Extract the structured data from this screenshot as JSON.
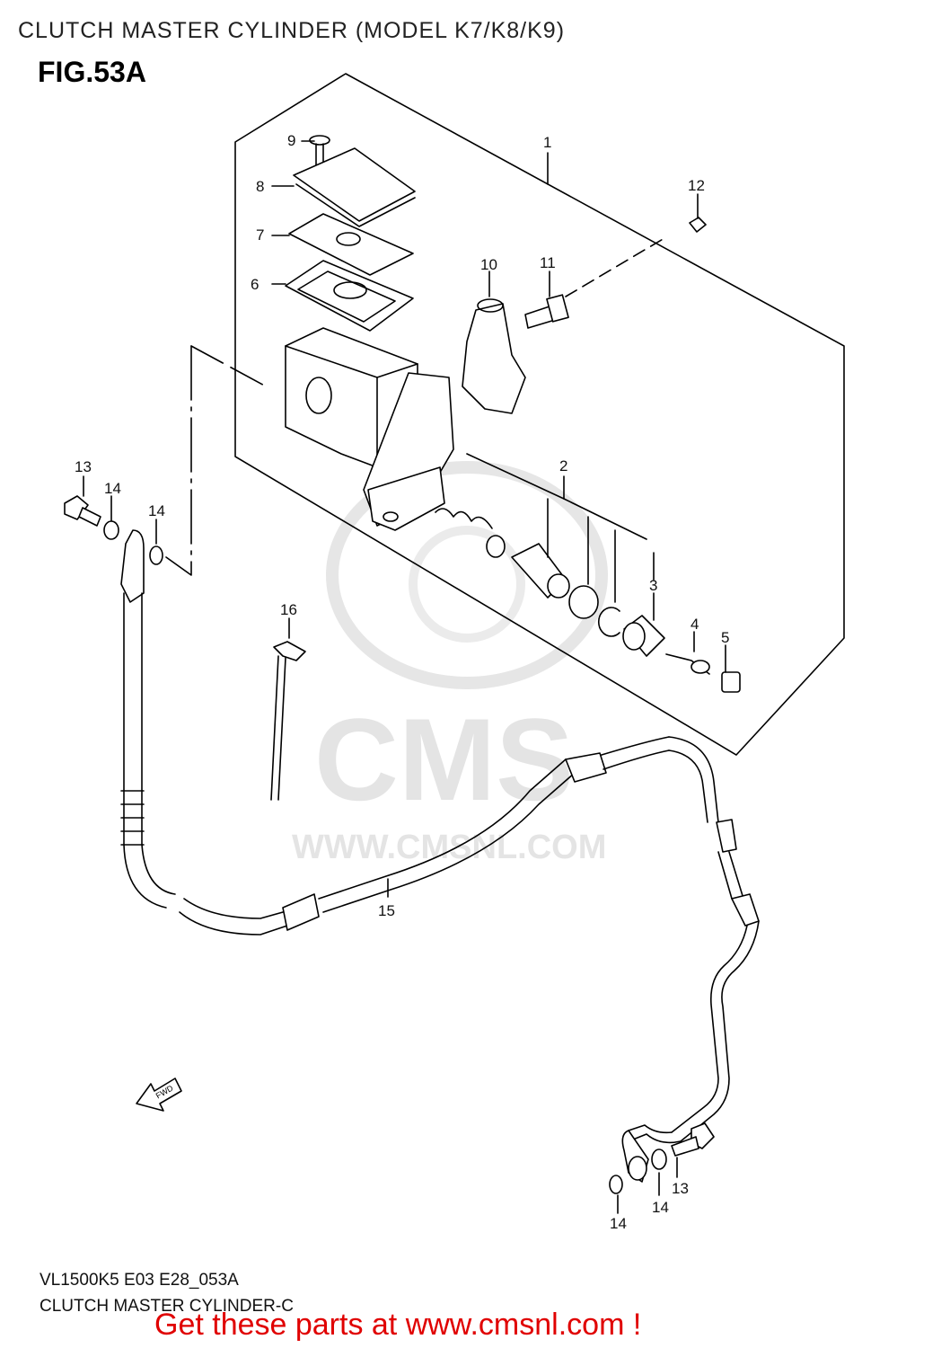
{
  "header": {
    "title": "CLUTCH MASTER CYLINDER (MODEL K7/K8/K9)",
    "fig": "FIG.53A"
  },
  "diagram": {
    "watermark": {
      "logo": "CMS",
      "url": "WWW.CMSNL.COM"
    },
    "fwd_label": "FWD",
    "callouts": [
      {
        "id": "c1",
        "label": "1"
      },
      {
        "id": "c2",
        "label": "2"
      },
      {
        "id": "c3",
        "label": "3"
      },
      {
        "id": "c4",
        "label": "4"
      },
      {
        "id": "c5",
        "label": "5"
      },
      {
        "id": "c6",
        "label": "6"
      },
      {
        "id": "c7",
        "label": "7"
      },
      {
        "id": "c8",
        "label": "8"
      },
      {
        "id": "c9",
        "label": "9"
      },
      {
        "id": "c10",
        "label": "10"
      },
      {
        "id": "c11",
        "label": "11"
      },
      {
        "id": "c12",
        "label": "12"
      },
      {
        "id": "c13a",
        "label": "13"
      },
      {
        "id": "c14a",
        "label": "14"
      },
      {
        "id": "c14b",
        "label": "14"
      },
      {
        "id": "c15",
        "label": "15"
      },
      {
        "id": "c16",
        "label": "16"
      },
      {
        "id": "c13b",
        "label": "13"
      },
      {
        "id": "c14c",
        "label": "14"
      },
      {
        "id": "c14d",
        "label": "14"
      }
    ]
  },
  "footer": {
    "code": "VL1500K5 E03 E28_053A",
    "caption": "CLUTCH MASTER CYLINDER-C",
    "cta": "Get these parts at www.cmsnl.com !"
  }
}
